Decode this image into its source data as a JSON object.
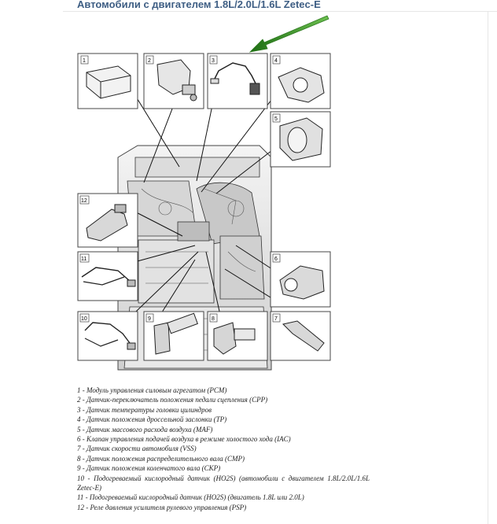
{
  "title": "Автомобили с двигателем 1.8L/2.0L/1.6L Zetec-E",
  "callouts": [
    "1",
    "2",
    "3",
    "4",
    "5",
    "6",
    "7",
    "8",
    "9",
    "10",
    "11",
    "12"
  ],
  "legend": [
    "1 - Модуль управления силовым агрегатом (PCM)",
    "2 - Датчик-переключатель положения педали сцепления (CPP)",
    "3 - Датчик температуры головки цилиндров",
    "4 - Датчик положения дроссельной заслонки (TP)",
    "5 - Датчик массового расхода воздуха (MAF)",
    "6 - Клапан управления подачей воздуха в режиме холостого хода (IAC)",
    "7 - Датчик скорости автомобиля (VSS)",
    "8 - Датчик положения распределительного вала (CMP)",
    "9 - Датчик положения коленчатого вала (CKP)",
    "10 - Подогреваемый кислородный датчик (HO2S) (автомобили с двигателем 1.8L/2.0L/1.6L Zetec-E)",
    "11 - Подогреваемый кислородный датчик (HO2S) (двигатель 1.8L или 2.0L)",
    "12 - Реле давления усилителя рулевого управления (PSP)"
  ],
  "colors": {
    "title": "#3e5e84",
    "arrow": "#3d8a2a",
    "line": "#222222",
    "frame": "#444444"
  }
}
